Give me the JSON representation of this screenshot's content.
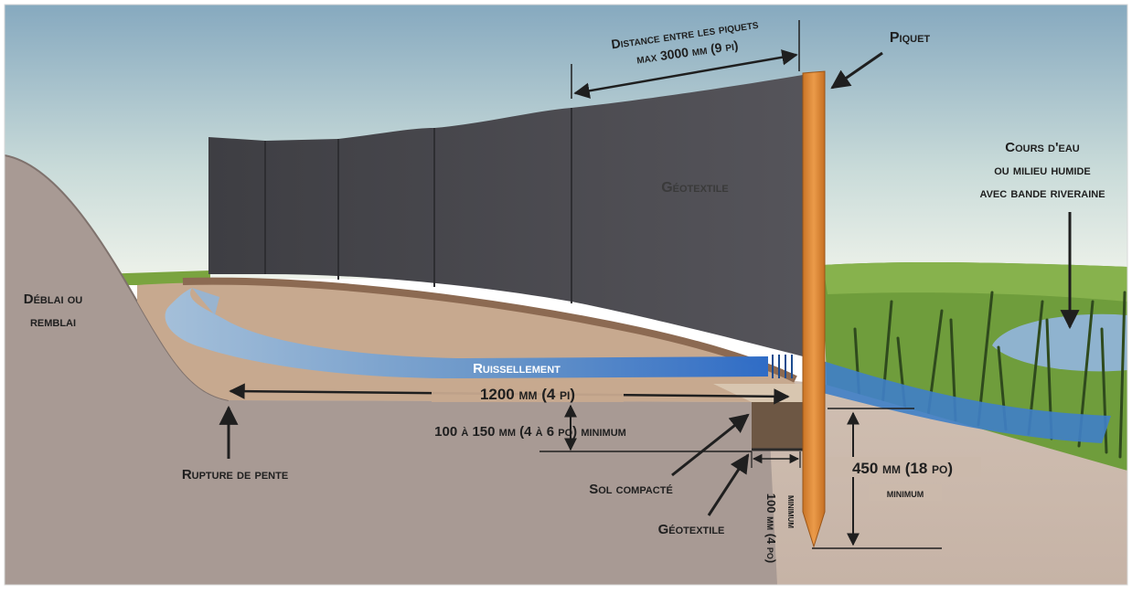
{
  "labels": {
    "distance_line1": "Distance entre les piquets",
    "distance_line2": "max 3000 mm (9 pi)",
    "piquet": "Piquet",
    "geotextile_fence": "Géotextile",
    "watercourse_line1": "Cours d'eau",
    "watercourse_line2": "ou milieu humide",
    "watercourse_line3": "avec bande riveraine",
    "deblai_line1": "Déblai ou",
    "deblai_line2": "remblai",
    "runoff": "Ruissellement",
    "width_1200": "1200 mm (4 pi)",
    "depth_min": "100 à 150 mm (4 à 6 po) minimum",
    "rupture": "Rupture de pente",
    "sol_compacte": "Sol compacté",
    "geotextile_bottom": "Géotextile",
    "stake_depth_line1": "450 mm (18 po)",
    "stake_depth_line2": "minimum",
    "trench_width_line1": "100 mm (4 po)",
    "trench_width_line2": "minimum"
  },
  "colors": {
    "sky_top": "#8fb0c4",
    "sky_bottom": "#e3ece8",
    "fabric": "#4a4a4f",
    "stake": "#e08f3d",
    "grass": "#6f9d3c",
    "water": "#2f72c8",
    "ground": "#cbb9ab"
  }
}
